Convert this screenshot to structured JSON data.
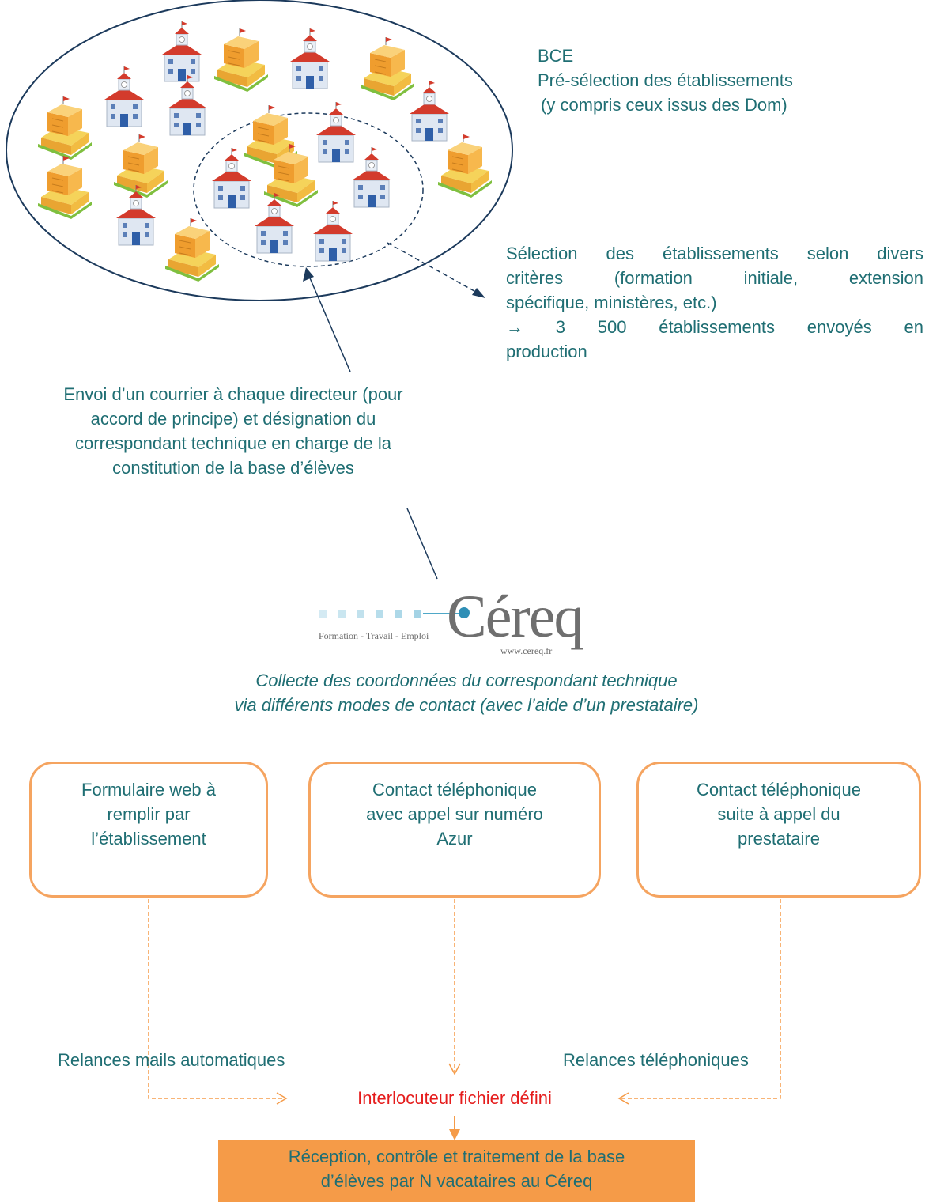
{
  "bce": {
    "line1": "BCE",
    "line2": "Pré-sélection des établissements",
    "line3": "(y compris ceux issus des Dom)"
  },
  "selection": {
    "line1": "Sélection des établissements selon divers",
    "line2": "critères (formation initiale, extension",
    "line3": "spécifique, ministères, etc.)",
    "line4": "→  3 500 établissements envoyés en",
    "line5": "production"
  },
  "envoi": {
    "line1": "Envoi d’un courrier à chaque directeur (pour",
    "line2": "accord de principe) et désignation du",
    "line3": "correspondant technique en charge de la",
    "line4": "constitution de la base d’élèves"
  },
  "logo": {
    "wordmark": "Céreq",
    "tagline": "Formation - Travail - Emploi",
    "url": "www.cereq.fr"
  },
  "collecte": {
    "line1": "Collecte des coordonnées du correspondant technique",
    "line2": "via différents modes de contact (avec l’aide d’un prestataire)"
  },
  "contact_modes": [
    {
      "line1": "Formulaire web à",
      "line2": "remplir par",
      "line3": "l’établissement"
    },
    {
      "line1": "Contact téléphonique",
      "line2": "avec appel sur numéro",
      "line3": "Azur"
    },
    {
      "line1": "Contact téléphonique",
      "line2": "suite à appel du",
      "line3": "prestataire"
    }
  ],
  "interlocuteur": "Interlocuteur fichier défini",
  "relances": {
    "mails": "Relances mails automatiques",
    "telephone": "Relances téléphoniques"
  },
  "reception": {
    "line1": "Réception, contrôle et traitement de la base",
    "line2": "d’élèves par N vacataires au Céreq"
  },
  "colors": {
    "teal_text": "#1f6e73",
    "ellipse_stroke": "#1c3a5c",
    "orange_border": "#f5a460",
    "orange_fill": "#f59b48",
    "red_text": "#e51c1c"
  },
  "icons": {
    "school": "school-building-icon",
    "college": "college-building-icon"
  }
}
